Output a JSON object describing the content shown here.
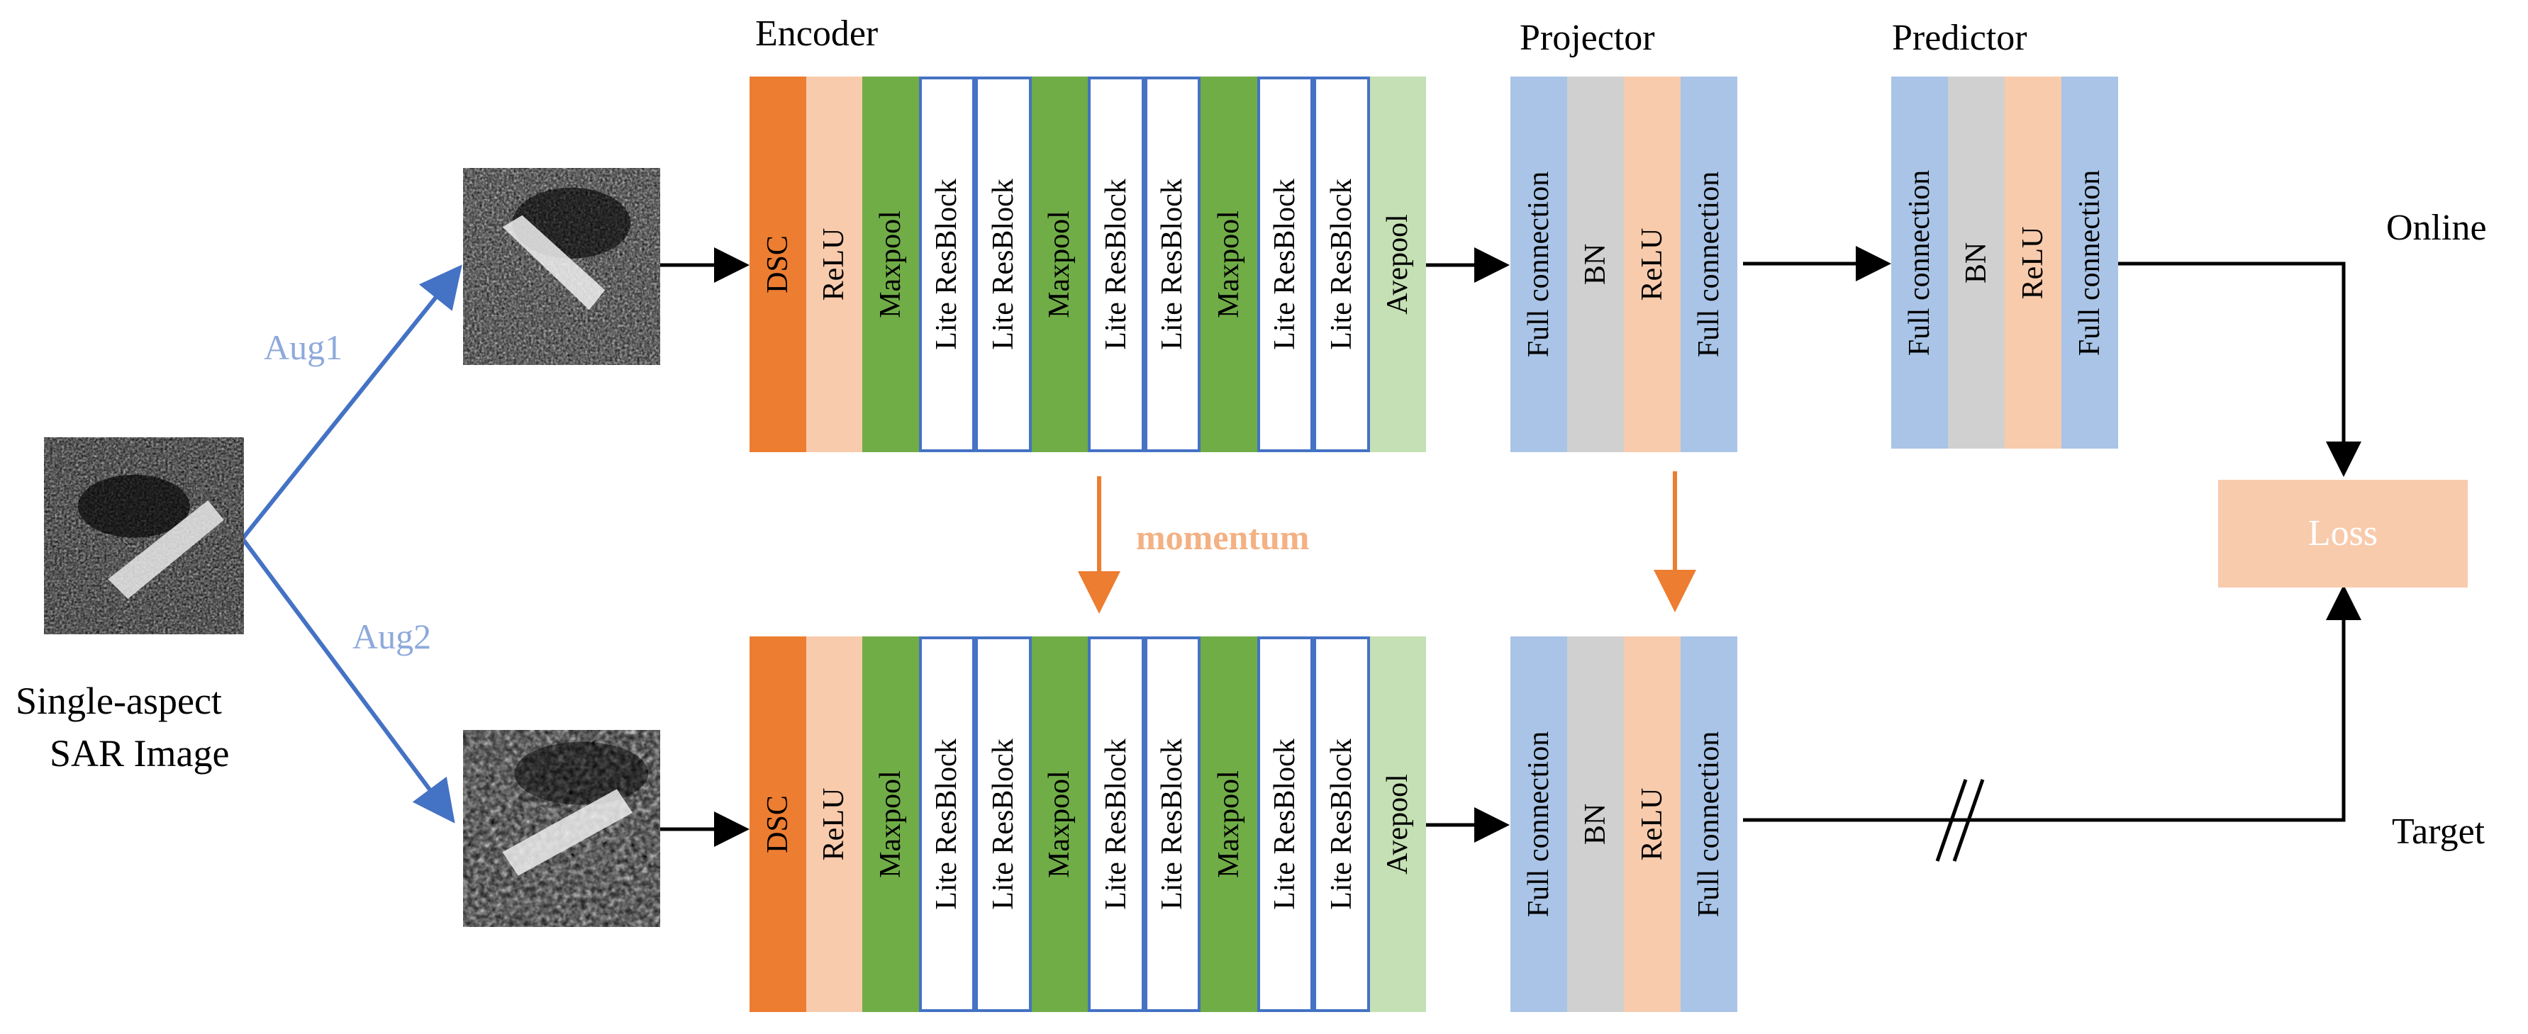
{
  "colors": {
    "dsc": "#ED7D31",
    "relu": "#F8CBAD",
    "maxpool": "#70AD47",
    "resblock_fill": "#FFFFFF",
    "resblock_border": "#4472C4",
    "avepool": "#C5E0B4",
    "fc": "#A9C4E6",
    "bn": "#D0D0D0",
    "arrow_blue": "#4472C4",
    "aug_text": "#8EA9DB",
    "momentum": "#ED7D31",
    "loss_fill": "#F8CBAD",
    "loss_text": "#FFFFFF"
  },
  "input": {
    "label_line1": "Single-aspect",
    "label_line2": "SAR Image"
  },
  "aug1": "Aug1",
  "aug2": "Aug2",
  "titles": {
    "encoder": "Encoder",
    "projector": "Projector",
    "predictor": "Predictor"
  },
  "branch_labels": {
    "online": "Online",
    "target": "Target"
  },
  "momentum": "momentum",
  "loss": "Loss",
  "encoder_layers": [
    {
      "label": "DSC",
      "kind": "dsc"
    },
    {
      "label": "ReLU",
      "kind": "relu"
    },
    {
      "label": "Maxpool",
      "kind": "maxpool"
    },
    {
      "label": "Lite ResBlock",
      "kind": "resblock"
    },
    {
      "label": "Lite ResBlock",
      "kind": "resblock"
    },
    {
      "label": "Maxpool",
      "kind": "maxpool"
    },
    {
      "label": "Lite ResBlock",
      "kind": "resblock"
    },
    {
      "label": "Lite ResBlock",
      "kind": "resblock"
    },
    {
      "label": "Maxpool",
      "kind": "maxpool"
    },
    {
      "label": "Lite ResBlock",
      "kind": "resblock"
    },
    {
      "label": "Lite ResBlock",
      "kind": "resblock"
    },
    {
      "label": "Avepool",
      "kind": "avepool"
    }
  ],
  "projector_layers": [
    {
      "label": "Full connection",
      "kind": "fc"
    },
    {
      "label": "BN",
      "kind": "bn"
    },
    {
      "label": "ReLU",
      "kind": "relu"
    },
    {
      "label": "Full connection",
      "kind": "fc"
    }
  ],
  "predictor_layers": [
    {
      "label": "Full connection",
      "kind": "fc"
    },
    {
      "label": "BN",
      "kind": "bn"
    },
    {
      "label": "ReLU",
      "kind": "relu"
    },
    {
      "label": "Full connection",
      "kind": "fc"
    }
  ]
}
